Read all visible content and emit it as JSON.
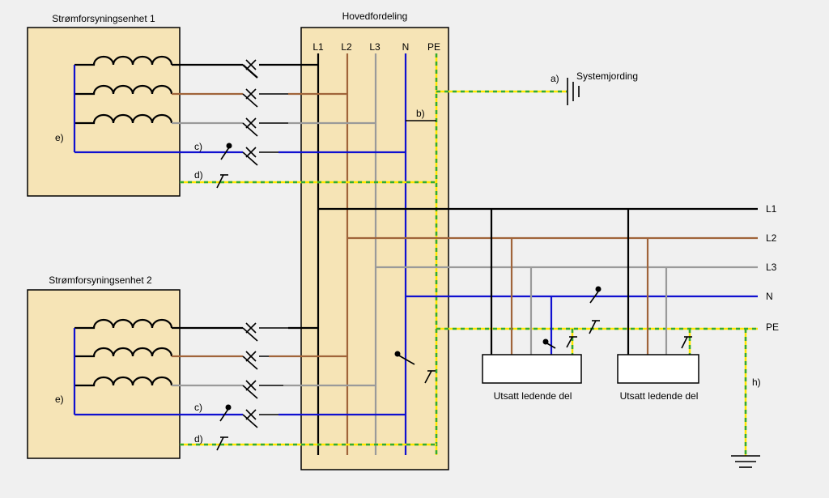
{
  "title": "Hovedfordeling",
  "colors": {
    "L1": "#000000",
    "L2": "#a0643a",
    "L3": "#9a9a9a",
    "N": "#1010d0",
    "PE_yellow": "#ffe600",
    "PE_green": "#33aa33",
    "box_fill": "#f6e4b6",
    "background": "#f0f0f0"
  },
  "supply_units": [
    {
      "title": "Strømforsyningsenhet 1",
      "label": "e)"
    },
    {
      "title": "Strømforsyningsenhet 2",
      "label": "e)"
    }
  ],
  "busbar_labels": [
    "L1",
    "L2",
    "L3",
    "N",
    "PE"
  ],
  "outgoing_labels": [
    "L1",
    "L2",
    "L3",
    "N",
    "PE"
  ],
  "annotations": {
    "a": "a)",
    "earthing": "Systemjording",
    "b": "b)",
    "c": "c)",
    "d": "d)",
    "h": "h)"
  },
  "loads": [
    {
      "label": "Utsatt ledende del"
    },
    {
      "label": "Utsatt ledende del"
    }
  ]
}
